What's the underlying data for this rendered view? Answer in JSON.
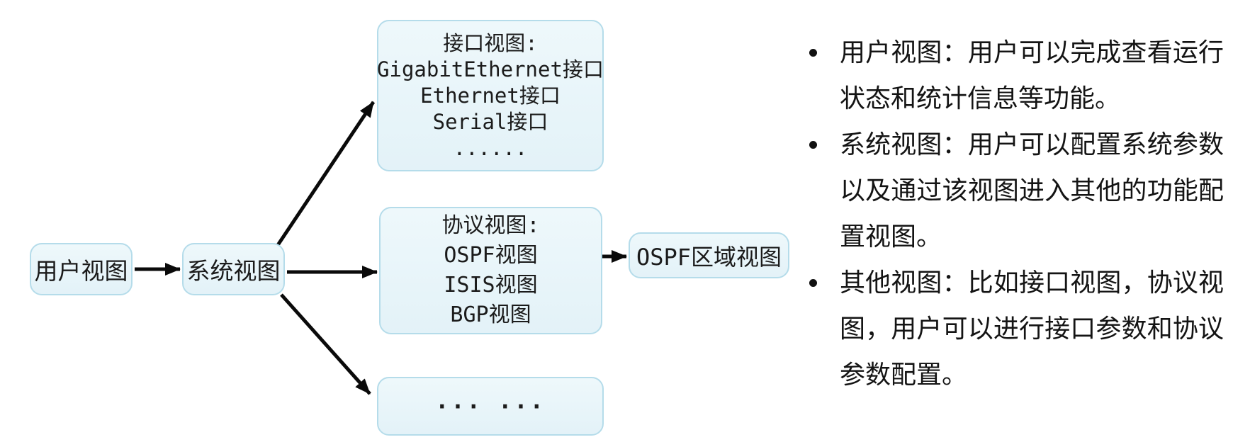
{
  "diagram": {
    "nodes": {
      "user_view": {
        "label": "用户视图"
      },
      "system_view": {
        "label": "系统视图"
      },
      "interface_view": {
        "lines": [
          "接口视图:",
          "GigabitEthernet接口",
          "Ethernet接口",
          "Serial接口",
          "......"
        ]
      },
      "protocol_view": {
        "lines": [
          "协议视图:",
          "OSPF视图",
          "ISIS视图",
          "BGP视图"
        ]
      },
      "other_view": {
        "label": "··· ···"
      },
      "ospf_area_view": {
        "label": "OSPF区域视图"
      }
    },
    "edges": [
      {
        "from": "user_view",
        "to": "system_view"
      },
      {
        "from": "system_view",
        "to": "interface_view"
      },
      {
        "from": "system_view",
        "to": "protocol_view"
      },
      {
        "from": "system_view",
        "to": "other_view"
      },
      {
        "from": "protocol_view.OSPF视图",
        "to": "ospf_area_view"
      }
    ],
    "colors": {
      "node_fill": "#e7f5fa",
      "node_border": "#b5dcea",
      "arrow": "#0a0a0a",
      "text": "#1b1b1b"
    }
  },
  "notes": {
    "bullets": [
      "用户视图：用户可以完成查看运行状态和统计信息等功能。",
      "系统视图：用户可以配置系统参数以及通过该视图进入其他的功能配置视图。",
      "其他视图：比如接口视图，协议视图，用户可以进行接口参数和协议参数配置。"
    ]
  }
}
